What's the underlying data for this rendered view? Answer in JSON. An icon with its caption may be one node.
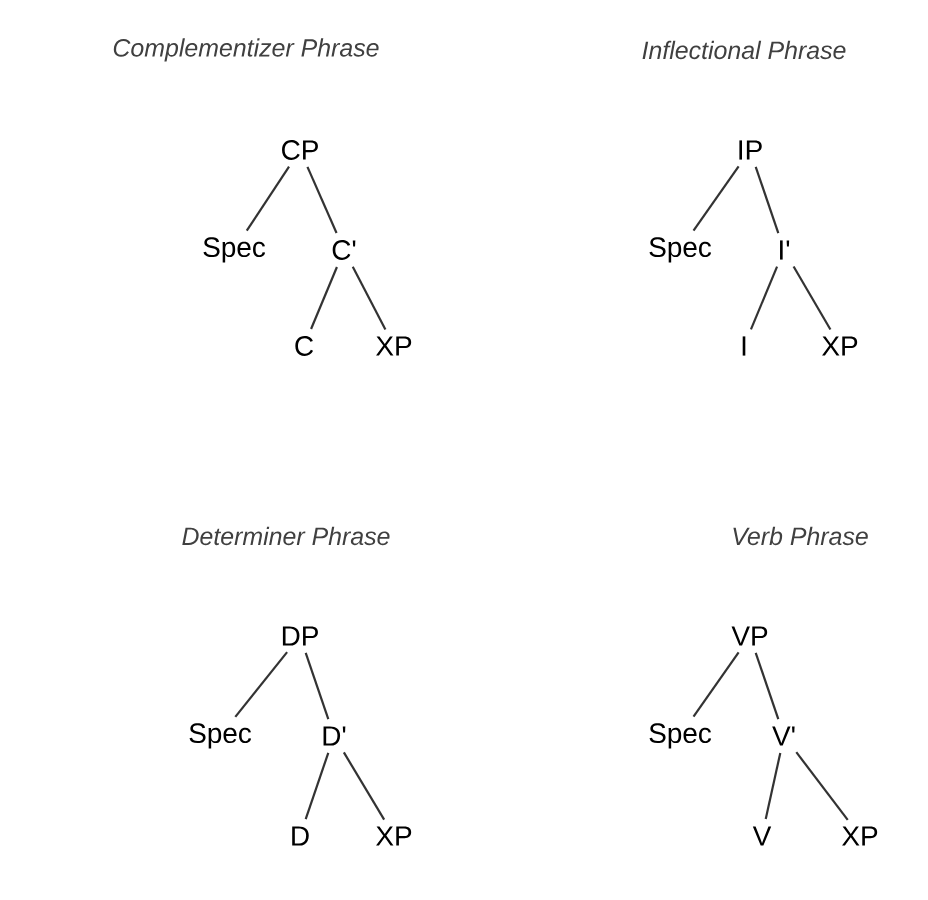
{
  "diagram": {
    "nodes": [
      {
        "text": [
          "CP"
        ]
      },
      {
        "text": [
          "Spec"
        ]
      },
      {
        "text": [
          "C'"
        ]
      },
      {
        "text": [
          "C"
        ]
      },
      {
        "text": [
          "XP"
        ]
      },
      {
        "text": [
          "IP"
        ]
      },
      {
        "text": [
          "Spec"
        ]
      },
      {
        "text": [
          "I'"
        ]
      },
      {
        "text": [
          "I"
        ]
      },
      {
        "text": [
          "XP"
        ]
      },
      {
        "text": [
          "DP"
        ]
      },
      {
        "text": [
          "Spec"
        ]
      },
      {
        "text": [
          "D'"
        ]
      },
      {
        "text": [
          "D"
        ]
      },
      {
        "text": [
          "XP"
        ]
      },
      {
        "text": [
          "VP"
        ]
      },
      {
        "text": [
          "Spec"
        ]
      },
      {
        "text": [
          "V'"
        ]
      },
      {
        "text": [
          "V"
        ]
      },
      {
        "text": [
          "XP"
        ]
      }
    ],
    "edges": [
      {
        "from": 0,
        "to": 1,
        "arrow": "none"
      },
      {
        "from": 0,
        "to": 2,
        "arrow": "none"
      },
      {
        "from": 2,
        "to": 3,
        "arrow": "none"
      },
      {
        "from": 2,
        "to": 4,
        "arrow": "none"
      },
      {
        "from": 5,
        "to": 6,
        "arrow": "none"
      },
      {
        "from": 5,
        "to": 7,
        "arrow": "none"
      },
      {
        "from": 7,
        "to": 8,
        "arrow": "none"
      },
      {
        "from": 7,
        "to": 9,
        "arrow": "none"
      },
      {
        "from": 10,
        "to": 11,
        "arrow": "none"
      },
      {
        "from": 10,
        "to": 12,
        "arrow": "none"
      },
      {
        "from": 12,
        "to": 13,
        "arrow": "none"
      },
      {
        "from": 12,
        "to": 14,
        "arrow": "none"
      },
      {
        "from": 15,
        "to": 16,
        "arrow": "none"
      },
      {
        "from": 15,
        "to": 17,
        "arrow": "none"
      },
      {
        "from": 17,
        "to": 18,
        "arrow": "none"
      },
      {
        "from": 17,
        "to": 19,
        "arrow": "none"
      }
    ],
    "labels": [
      "Complementizer Phrase",
      "Inflectional Phrase",
      "Determiner Phrase",
      "Verb Phrase"
    ]
  }
}
